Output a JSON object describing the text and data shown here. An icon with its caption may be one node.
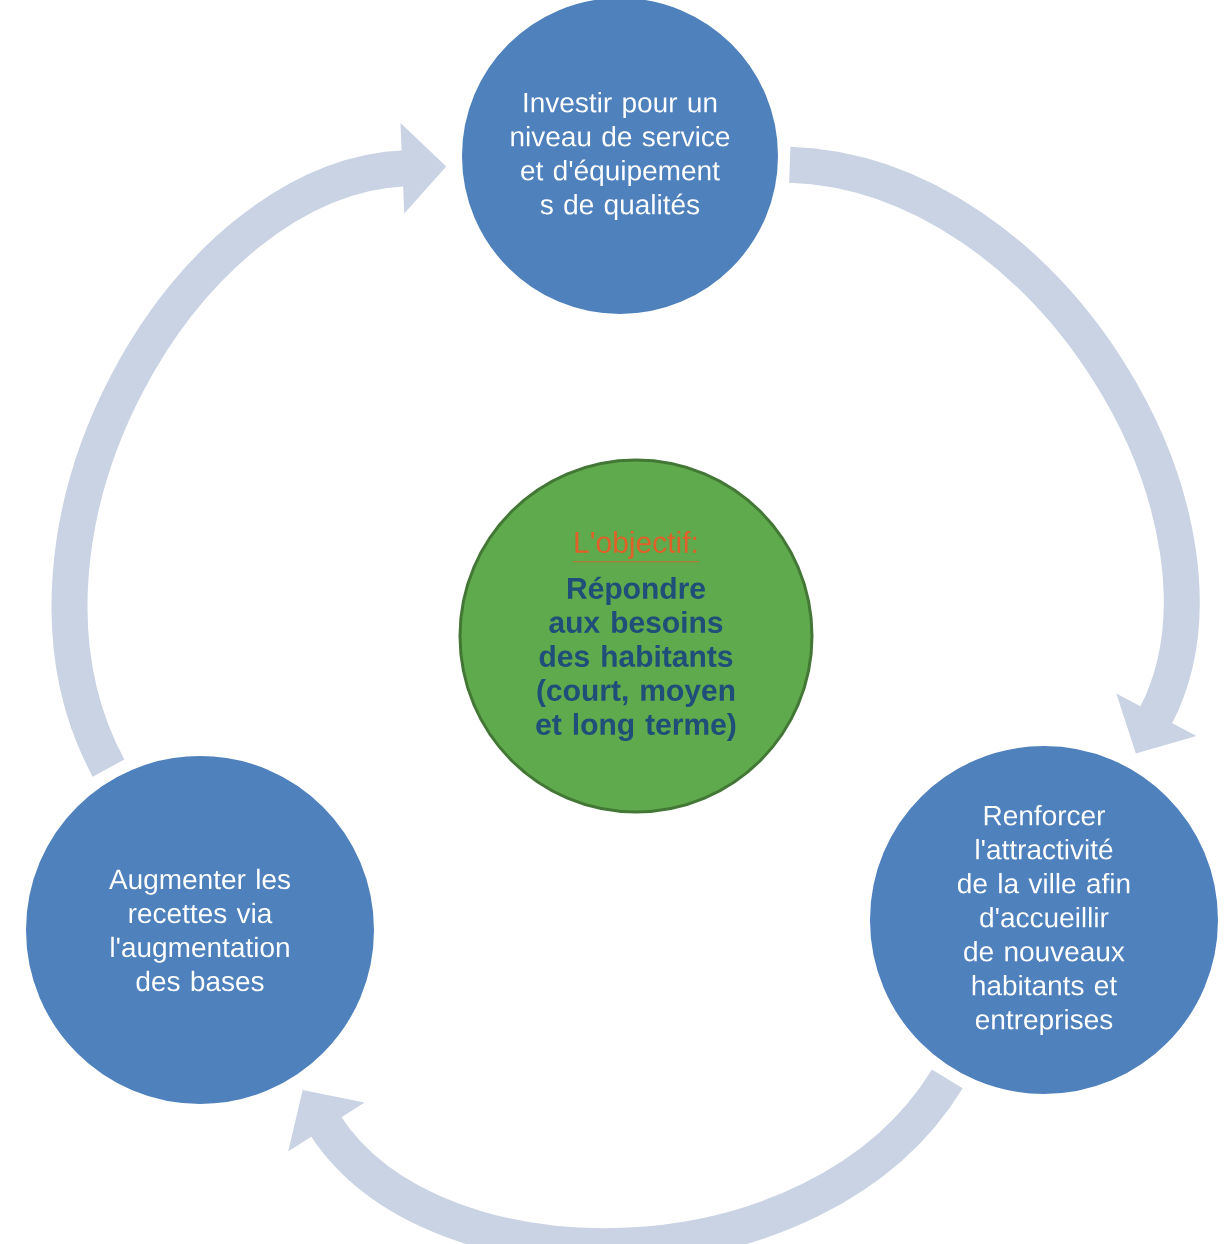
{
  "diagram": {
    "nodes": [
      {
        "text": [
          "Investir pour un niveau de service et d'équipement s de qualités"
        ]
      },
      {
        "text": [
          "L'objectif:",
          "Répondre aux besoins des habitants (court, moyen et long terme)"
        ]
      },
      {
        "text": [
          "Augmenter les recettes via l'augmentation des bases"
        ]
      },
      {
        "text": [
          "Renforcer l'attractivité de la ville afin d'accueillir de nouveaux habitants et entreprises"
        ]
      }
    ],
    "edges": [
      {
        "from": 0,
        "to": 3,
        "arrow": "to"
      },
      {
        "from": 3,
        "to": 2,
        "arrow": "to"
      },
      {
        "from": 2,
        "to": 0,
        "arrow": "to"
      }
    ]
  }
}
